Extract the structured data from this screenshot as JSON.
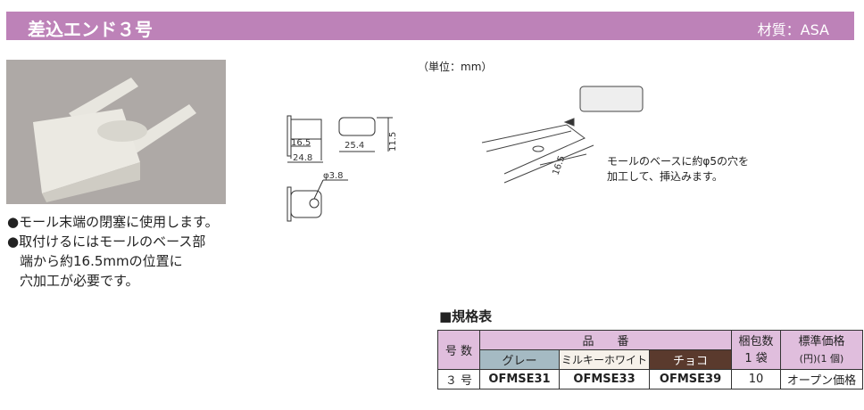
{
  "header": {
    "title": "差込エンド３号",
    "material": "材質：ASA"
  },
  "bullets": [
    "●モール末端の閉塞に使用します。",
    "●取付けるにはモールのベース部",
    "端から約16.5mmの位置に",
    "穴加工が必要です。"
  ],
  "drawing": {
    "unit": "（単位：mm）",
    "dims": [
      "16.5",
      "24.8",
      "25.4",
      "11.5",
      "φ3.8",
      "16.5"
    ],
    "note": [
      "モールのベースに約φ5の穴を",
      "加工して、挿込みます。"
    ]
  },
  "spec": {
    "title": "■規格表",
    "headers": {
      "number": "号 数",
      "part": "品　　番",
      "pack": "梱包数",
      "pack2": "1 袋",
      "price": "標準価格",
      "price2": "(円)(1 個)"
    },
    "colors": [
      "グレー",
      "ミルキーホワイト",
      "チョコ"
    ],
    "row": {
      "number": "３ 号",
      "parts": [
        "OFMSE31",
        "OFMSE33",
        "OFMSE39"
      ],
      "pack": "10",
      "price": "オープン価格"
    }
  }
}
